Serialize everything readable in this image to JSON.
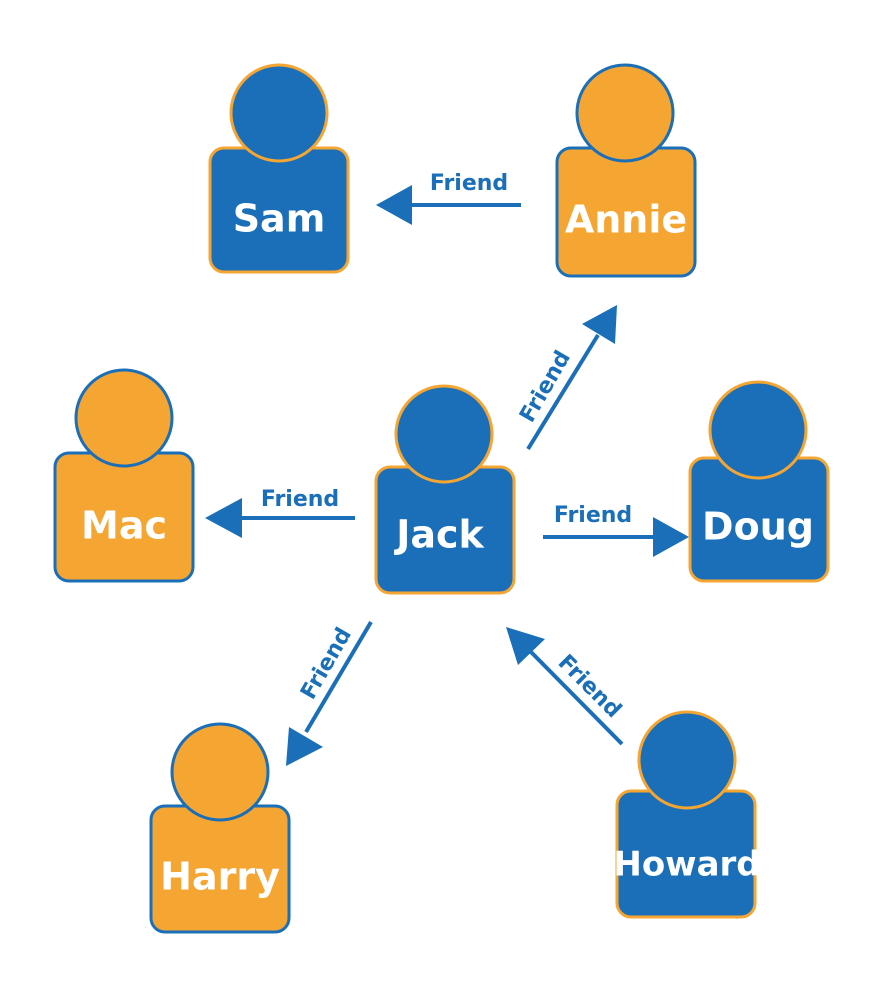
{
  "colors": {
    "blue": "#1a6fb8",
    "orange": "#f5a532"
  },
  "nodes": [
    {
      "id": "sam",
      "label": "Sam",
      "fill": "blue"
    },
    {
      "id": "annie",
      "label": "Annie",
      "fill": "orange"
    },
    {
      "id": "mac",
      "label": "Mac",
      "fill": "orange"
    },
    {
      "id": "jack",
      "label": "Jack",
      "fill": "blue"
    },
    {
      "id": "doug",
      "label": "Doug",
      "fill": "blue"
    },
    {
      "id": "harry",
      "label": "Harry",
      "fill": "orange"
    },
    {
      "id": "howard",
      "label": "Howard",
      "fill": "blue"
    }
  ],
  "edges": [
    {
      "from": "annie",
      "to": "sam",
      "label": "Friend"
    },
    {
      "from": "jack",
      "to": "annie",
      "label": "Friend"
    },
    {
      "from": "jack",
      "to": "mac",
      "label": "Friend"
    },
    {
      "from": "jack",
      "to": "doug",
      "label": "Friend"
    },
    {
      "from": "jack",
      "to": "harry",
      "label": "Friend"
    },
    {
      "from": "howard",
      "to": "jack",
      "label": "Friend"
    }
  ]
}
